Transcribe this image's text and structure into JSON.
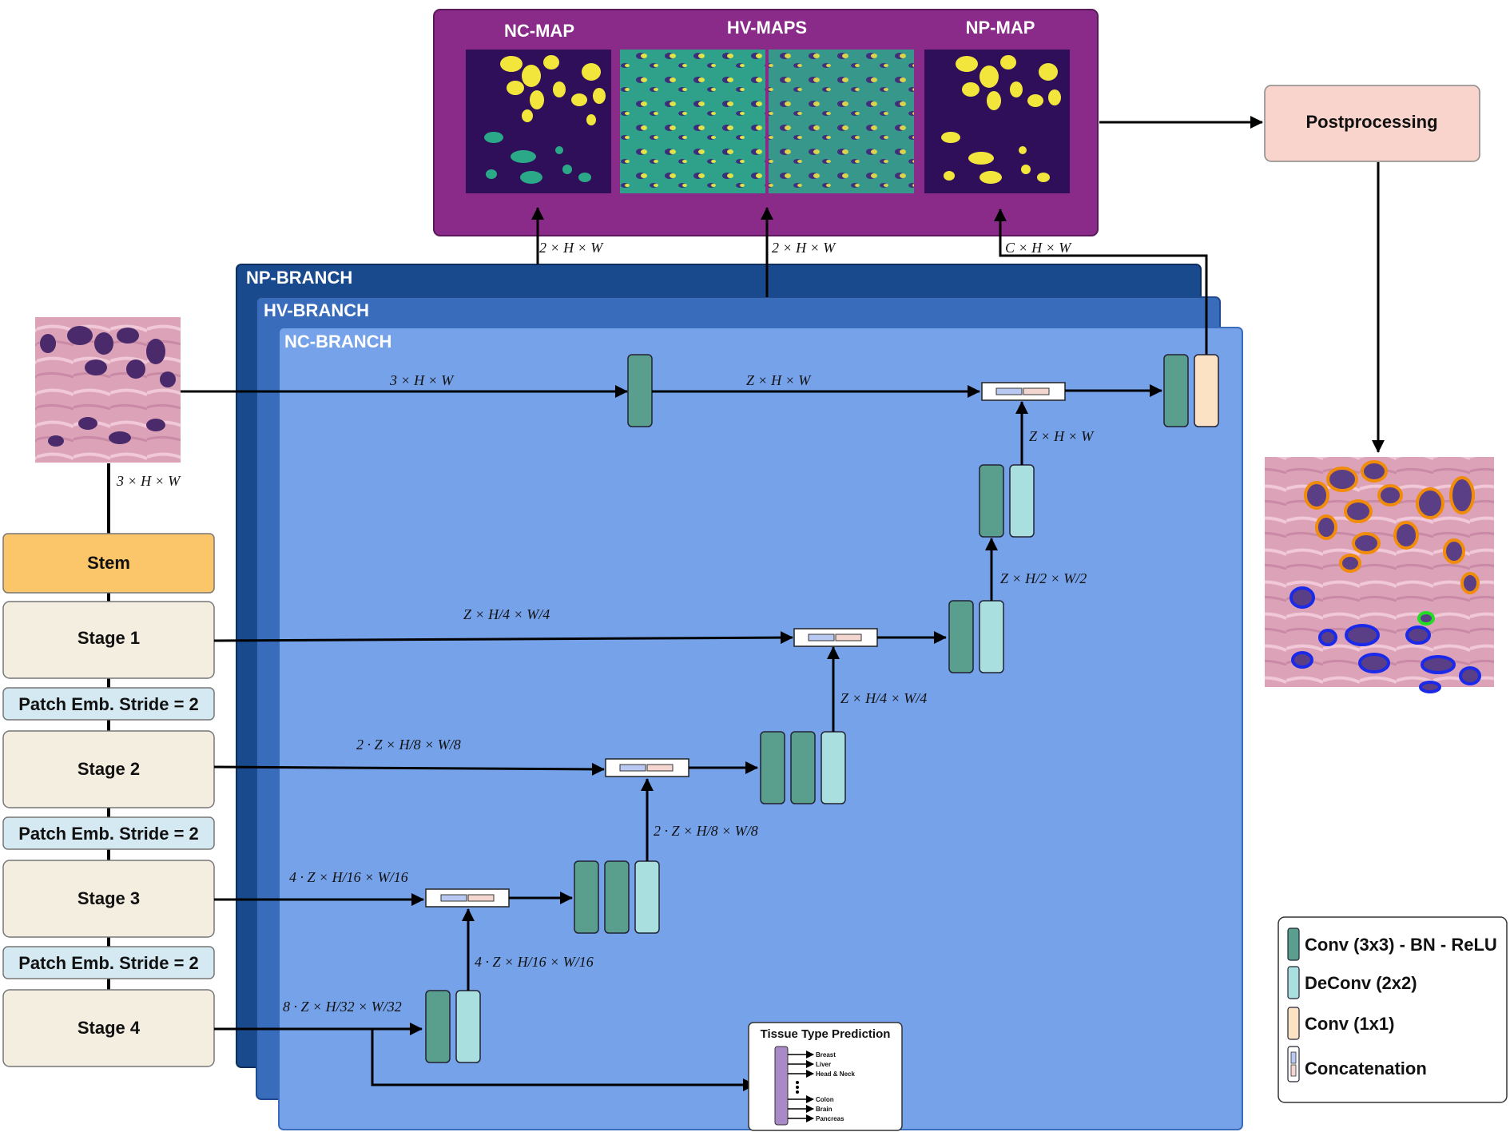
{
  "output_panel": {
    "nc_map_label": "NC-MAP",
    "hv_maps_label": "HV-MAPS",
    "np_map_label": "NP-MAP"
  },
  "postprocessing_label": "Postprocessing",
  "branches": {
    "np": "NP-BRANCH",
    "hv": "HV-BRANCH",
    "nc": "NC-BRANCH"
  },
  "encoder": {
    "stem": "Stem",
    "stage1": "Stage 1",
    "stage2": "Stage 2",
    "stage3": "Stage 3",
    "stage4": "Stage 4",
    "patch_emb": "Patch Emb. Stride = 2"
  },
  "tissue": {
    "title": "Tissue Type Prediction",
    "classes_top": [
      "Breast",
      "Liver",
      "Head & Neck"
    ],
    "classes_bottom": [
      "Colon",
      "Brain",
      "Pancreas"
    ]
  },
  "legend": {
    "conv": "Conv (3x3) - BN - ReLU",
    "deconv": "DeConv (2x2)",
    "conv1": "Conv (1x1)",
    "concat": "Concatenation"
  },
  "dims": {
    "in_image": "3 × H × W",
    "skip0": "3 × H × W",
    "conv0": "Z × H × W",
    "up0": "Z × H × W",
    "up1": "Z × H/2 × W/2",
    "skip1": "Z × H/4 × W/4",
    "up2": "Z × H/4 × W/4",
    "skip2": "2 · Z × H/8 × W/8",
    "up3": "2 · Z × H/8 × W/8",
    "skip3": "4 · Z × H/16 × W/16",
    "up4": "4 · Z × H/16 × W/16",
    "skip4": "8 · Z × H/32 × W/32",
    "out_nc": "2 × H × W",
    "out_hv": "2 × H × W",
    "out_np": "C × H × W"
  },
  "colors": {
    "panel_purple": "#8a2b8a",
    "np_branch": "#1a4a8e",
    "hv_branch": "#3a6cbc",
    "nc_branch": "#76a2ea",
    "conv": "#5a9e8e",
    "deconv": "#aadfe0",
    "conv1": "#fbe2c4",
    "stem": "#fbc56a",
    "stage": "#f4eee0",
    "patch": "#d4e9f1",
    "post": "#f9d4cd"
  }
}
